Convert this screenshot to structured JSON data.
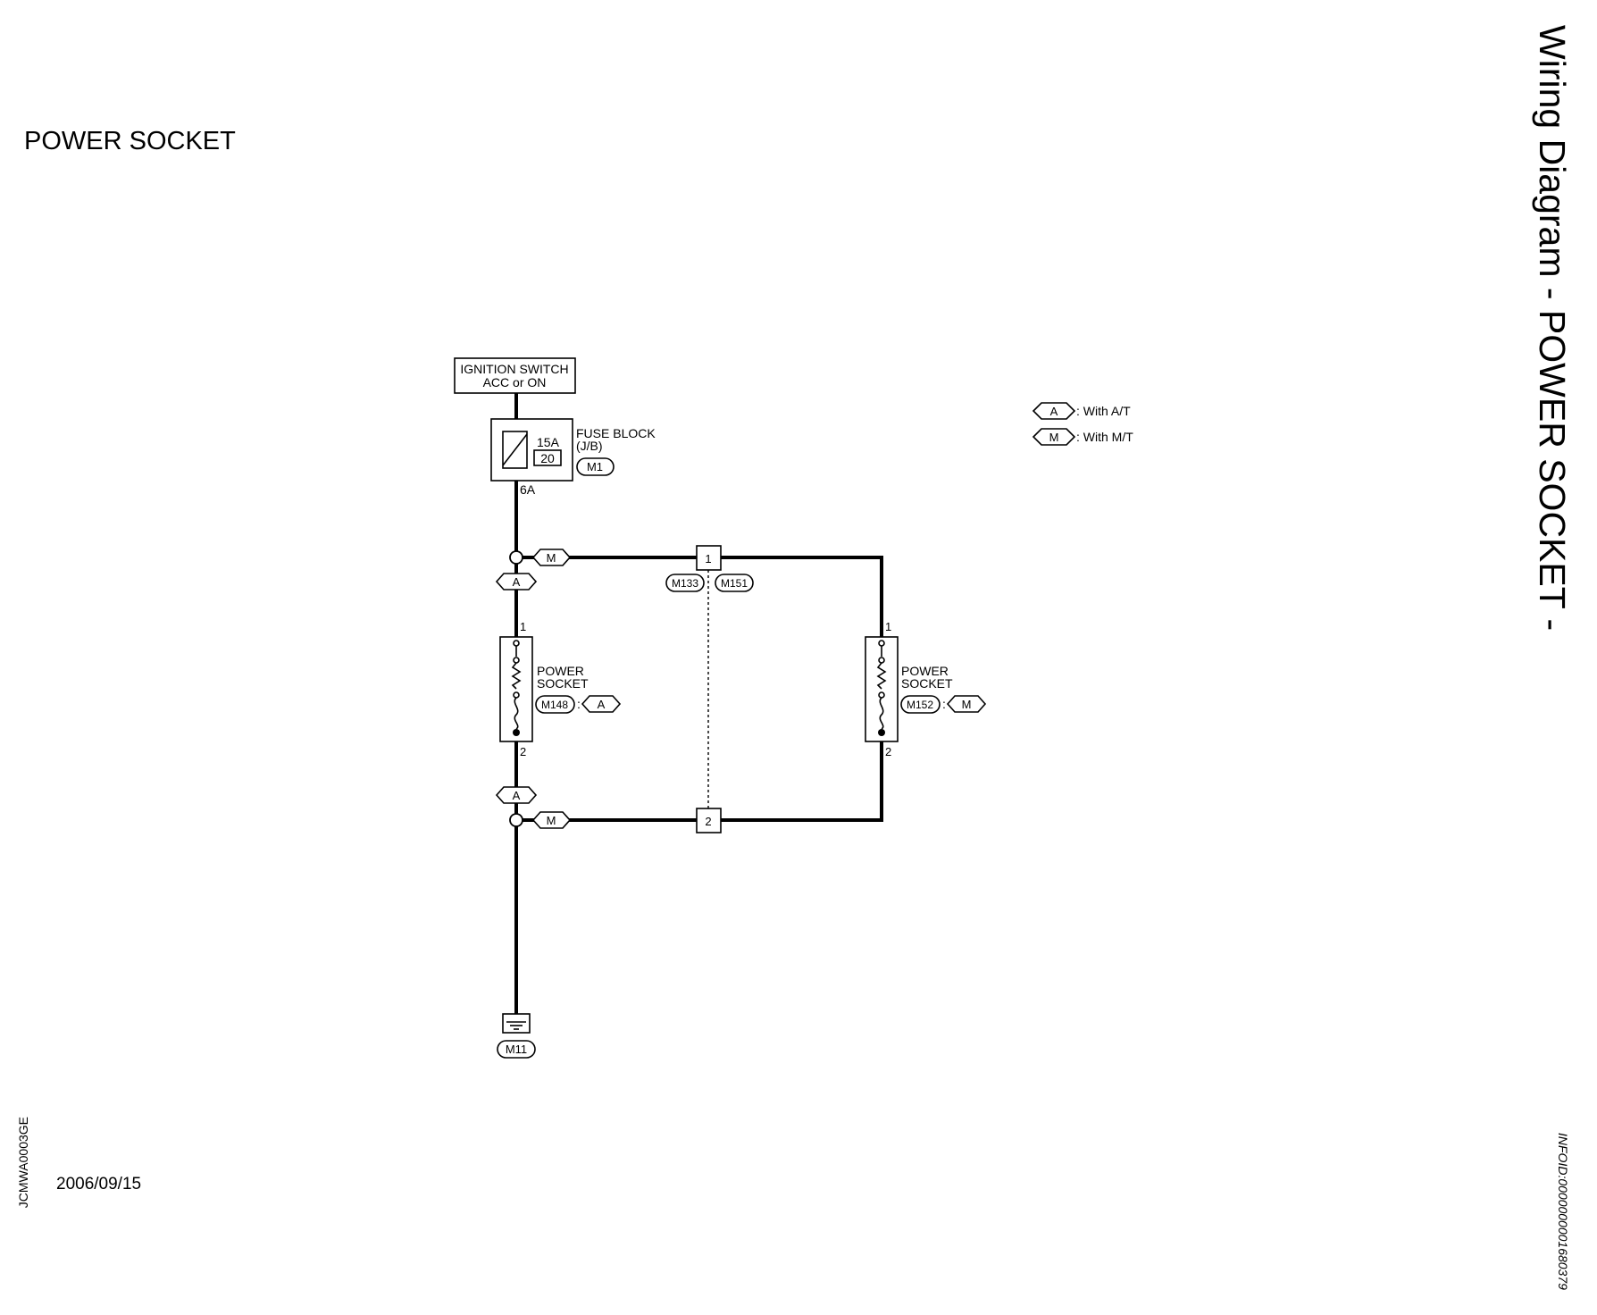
{
  "page": {
    "title": "POWER SOCKET",
    "side_title": "Wiring Diagram - POWER SOCKET -",
    "doc_code": "JCMWA0003GE",
    "date": "2006/09/15",
    "info_id": "INFOID:0000000001680379"
  },
  "legend": [
    {
      "code": "A",
      "text": ": With A/T"
    },
    {
      "code": "M",
      "text": ": With M/T"
    }
  ],
  "ignition_switch": {
    "line1": "IGNITION SWITCH",
    "line2": "ACC or ON"
  },
  "fuse_block": {
    "line1": "FUSE BLOCK",
    "line2": "(J/B)",
    "rating": "15A",
    "fuse_no": "20",
    "connector": "M1",
    "terminal": "6A"
  },
  "branch_top": {
    "left_tag": "A",
    "right_tag": "M"
  },
  "branch_bottom": {
    "left_tag": "A",
    "right_tag": "M"
  },
  "junction_connector": {
    "terminal_top": "1",
    "terminal_bottom": "2",
    "conn_left": "M133",
    "conn_right": "M151"
  },
  "socket_at": {
    "line1": "POWER",
    "line2": "SOCKET",
    "connector": "M148",
    "separator": ":",
    "variant": "A",
    "pin_top": "1",
    "pin_bottom": "2"
  },
  "socket_mt": {
    "line1": "POWER",
    "line2": "SOCKET",
    "connector": "M152",
    "separator": ":",
    "variant": "M",
    "pin_top": "1",
    "pin_bottom": "2"
  },
  "ground": {
    "connector": "M11"
  }
}
